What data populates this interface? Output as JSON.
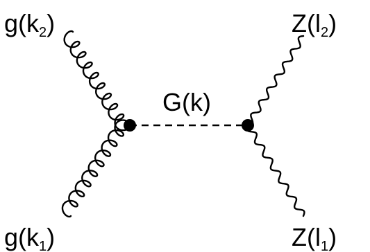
{
  "diagram": {
    "type": "feynman-diagram",
    "particles": {
      "gluon_top": {
        "name": "g",
        "momentum": "k",
        "index": "2"
      },
      "gluon_bottom": {
        "name": "g",
        "momentum": "k",
        "index": "1"
      },
      "propagator": {
        "name": "G",
        "momentum": "k"
      },
      "z_top": {
        "name": "Z",
        "momentum": "l",
        "index": "2"
      },
      "z_bottom": {
        "name": "Z",
        "momentum": "l",
        "index": "1"
      }
    },
    "lines": [
      {
        "from": "gluon_top",
        "to": "left-vertex",
        "style": "gluon-curly"
      },
      {
        "from": "gluon_bottom",
        "to": "left-vertex",
        "style": "gluon-curly"
      },
      {
        "from": "left-vertex",
        "to": "right-vertex",
        "style": "dashed"
      },
      {
        "from": "right-vertex",
        "to": "z_top",
        "style": "wavy"
      },
      {
        "from": "right-vertex",
        "to": "z_bottom",
        "style": "wavy"
      }
    ]
  }
}
